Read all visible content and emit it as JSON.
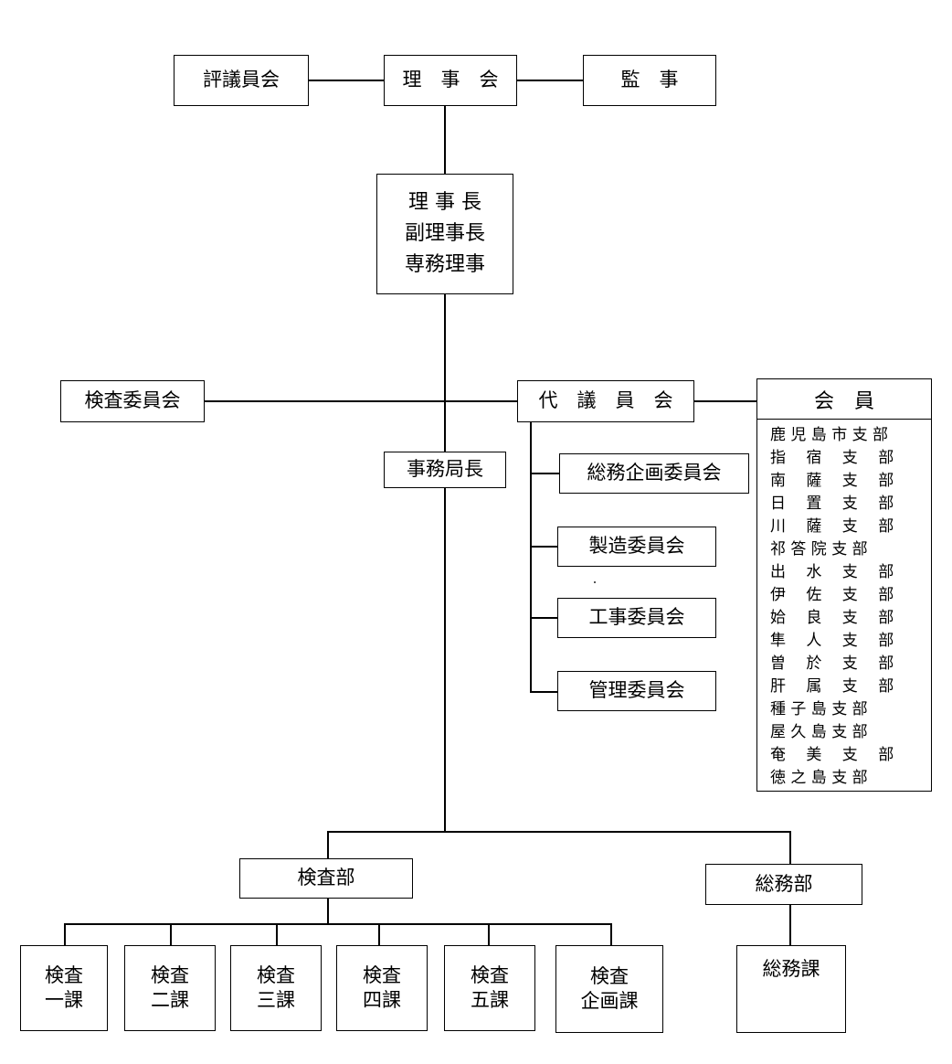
{
  "top": {
    "hyogiinkai": "評議員会",
    "rijikai": "理　事　会",
    "kanji": "監　事"
  },
  "executives": [
    "理 事 長",
    "副理事長",
    "専務理事"
  ],
  "kensa_iinkai": "検査委員会",
  "daigiinkai": "代　議　員　会",
  "jimukyokucho": "事務局長",
  "committees": [
    "総務企画委員会",
    "製造委員会",
    "工事委員会",
    "管理委員会"
  ],
  "members": {
    "title": "会　員",
    "branches": [
      "鹿 児 島 市 支 部",
      "指　 宿　 支　 部",
      "南　 薩　 支　 部",
      "日　 置　 支　 部",
      "川　 薩　 支　 部",
      "祁 答 院 支 部",
      "出　 水　 支　 部",
      "伊　 佐　 支　 部",
      "姶　 良　 支　 部",
      "隼　 人　 支　 部",
      "曽　 於　 支　 部",
      "肝　 属　 支　 部",
      "種 子 島 支 部",
      "屋 久 島 支 部",
      "奄　 美　 支　 部",
      "徳 之 島 支 部"
    ]
  },
  "departments": {
    "kensabu": "検査部",
    "somubu": "総務部"
  },
  "sections": [
    {
      "line1": "検査",
      "line2": "一課"
    },
    {
      "line1": "検査",
      "line2": "二課"
    },
    {
      "line1": "検査",
      "line2": "三課"
    },
    {
      "line1": "検査",
      "line2": "四課"
    },
    {
      "line1": "検査",
      "line2": "五課"
    },
    {
      "line1": "検査",
      "line2": "企画課"
    }
  ],
  "somuka": "総務課"
}
